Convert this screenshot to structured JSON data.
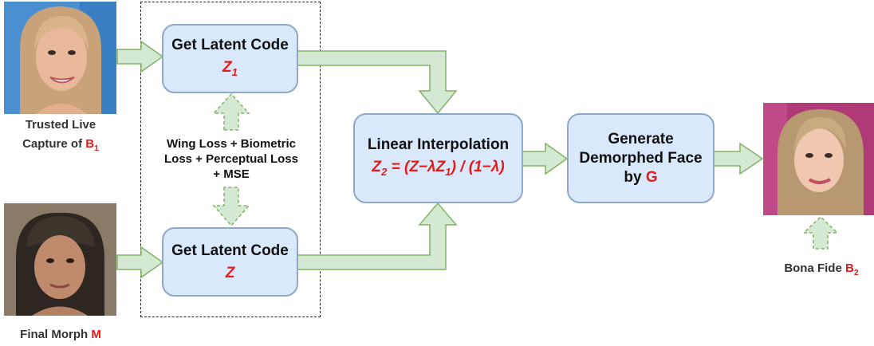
{
  "inputs": {
    "trusted": {
      "label_line1": "Trusted Live",
      "label_line2": "Capture of ",
      "subject": "B",
      "subject_sub": "1"
    },
    "morph": {
      "label": "Final Morph ",
      "subject": "M"
    }
  },
  "boxes": {
    "latent1": {
      "title": "Get Latent Code",
      "var": "Z",
      "var_sub": "1"
    },
    "latent2": {
      "title": "Get Latent Code",
      "var": "Z"
    },
    "interp": {
      "title": "Linear Interpolation",
      "formula_prefix": "Z",
      "formula_prefix_sub": "2",
      "formula_mid": " = (Z−λZ",
      "formula_mid_sub": "1",
      "formula_end": ") / (1−λ)"
    },
    "generate": {
      "line1": "Generate",
      "line2": "Demorphed Face",
      "line3_prefix": "by ",
      "line3_var": "G"
    }
  },
  "loss": {
    "line1": "Wing Loss + Biometric",
    "line2": "Loss + Perceptual Loss",
    "line3": "+ MSE"
  },
  "output": {
    "label": "Bona Fide ",
    "subject": "B",
    "subject_sub": "2"
  },
  "colors": {
    "box_fill": "#dae8fc",
    "box_border": "#8fa8c8",
    "arrow_fill": "#d5e8d4",
    "arrow_border": "#82b366",
    "highlight": "#e31b1b"
  }
}
